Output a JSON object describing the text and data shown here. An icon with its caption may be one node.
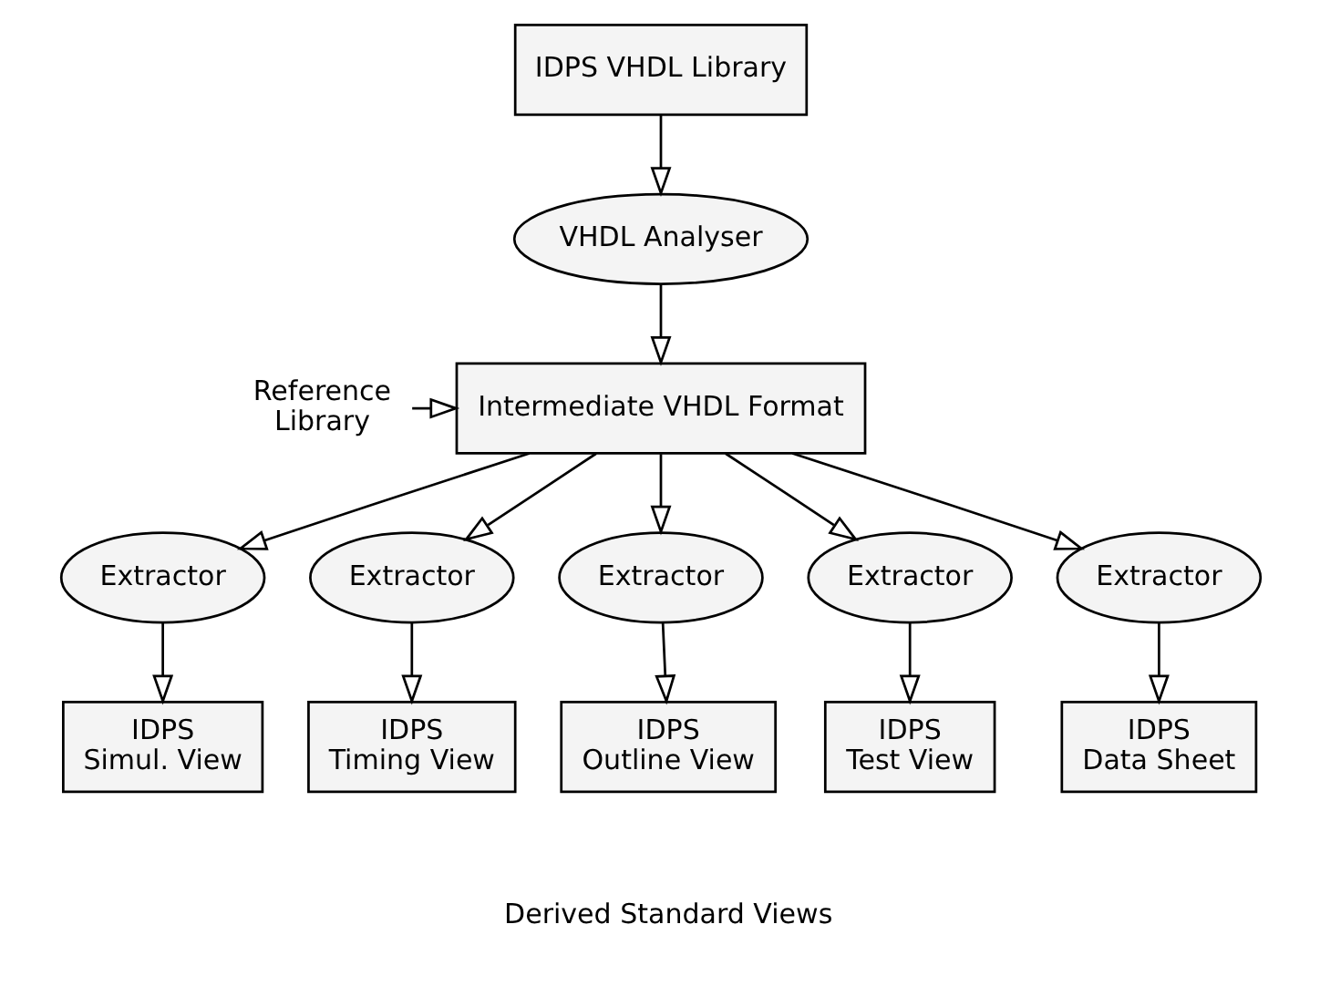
{
  "diagram": {
    "nodes": [
      {
        "text": [
          "IDPS VHDL Library"
        ]
      },
      {
        "text": [
          "VHDL Analyser"
        ]
      },
      {
        "text": [
          "Intermediate VHDL Format"
        ]
      },
      {
        "text": [
          "Reference",
          "Library"
        ]
      },
      {
        "text": [
          "Extractor"
        ]
      },
      {
        "text": [
          "Extractor"
        ]
      },
      {
        "text": [
          "Extractor"
        ]
      },
      {
        "text": [
          "Extractor"
        ]
      },
      {
        "text": [
          "Extractor"
        ]
      },
      {
        "text": [
          "IDPS",
          "Simul. View"
        ]
      },
      {
        "text": [
          "IDPS",
          "Timing View"
        ]
      },
      {
        "text": [
          "IDPS",
          "Outline View"
        ]
      },
      {
        "text": [
          "IDPS",
          "Test View"
        ]
      },
      {
        "text": [
          "IDPS",
          "Data Sheet"
        ]
      }
    ],
    "edges": [
      {
        "from": 0,
        "to": 1,
        "arrow": "to"
      },
      {
        "from": 1,
        "to": 2,
        "arrow": "to"
      },
      {
        "from": 3,
        "to": 2,
        "arrow": "to"
      },
      {
        "from": 2,
        "to": 4,
        "arrow": "to"
      },
      {
        "from": 2,
        "to": 5,
        "arrow": "to"
      },
      {
        "from": 2,
        "to": 6,
        "arrow": "to"
      },
      {
        "from": 2,
        "to": 7,
        "arrow": "to"
      },
      {
        "from": 2,
        "to": 8,
        "arrow": "to"
      },
      {
        "from": 4,
        "to": 9,
        "arrow": "to"
      },
      {
        "from": 5,
        "to": 10,
        "arrow": "to"
      },
      {
        "from": 6,
        "to": 11,
        "arrow": "to"
      },
      {
        "from": 7,
        "to": 12,
        "arrow": "to"
      },
      {
        "from": 8,
        "to": 13,
        "arrow": "to"
      }
    ],
    "labels": [
      "Derived Standard Views"
    ]
  }
}
